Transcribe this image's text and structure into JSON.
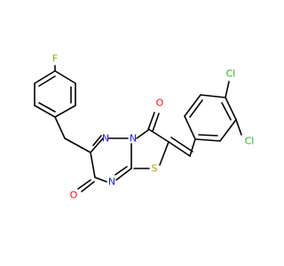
{
  "atoms": {
    "fluorine": "F",
    "chlorine_top": "Cl",
    "chlorine_right": "Cl",
    "triazine_n1": "N",
    "triazine_n2": "N",
    "bridgehead_n": "N",
    "sulfur": "S",
    "carbonyl_o_right": "O",
    "carbonyl_o_left": "O"
  },
  "colors": {
    "bond": "#000000",
    "nitrogen": "#1a1aff",
    "oxygen": "#ff0d0d",
    "sulfur": "#b3a100",
    "halogen": "#1fb31f",
    "fluorine": "#80b319"
  }
}
